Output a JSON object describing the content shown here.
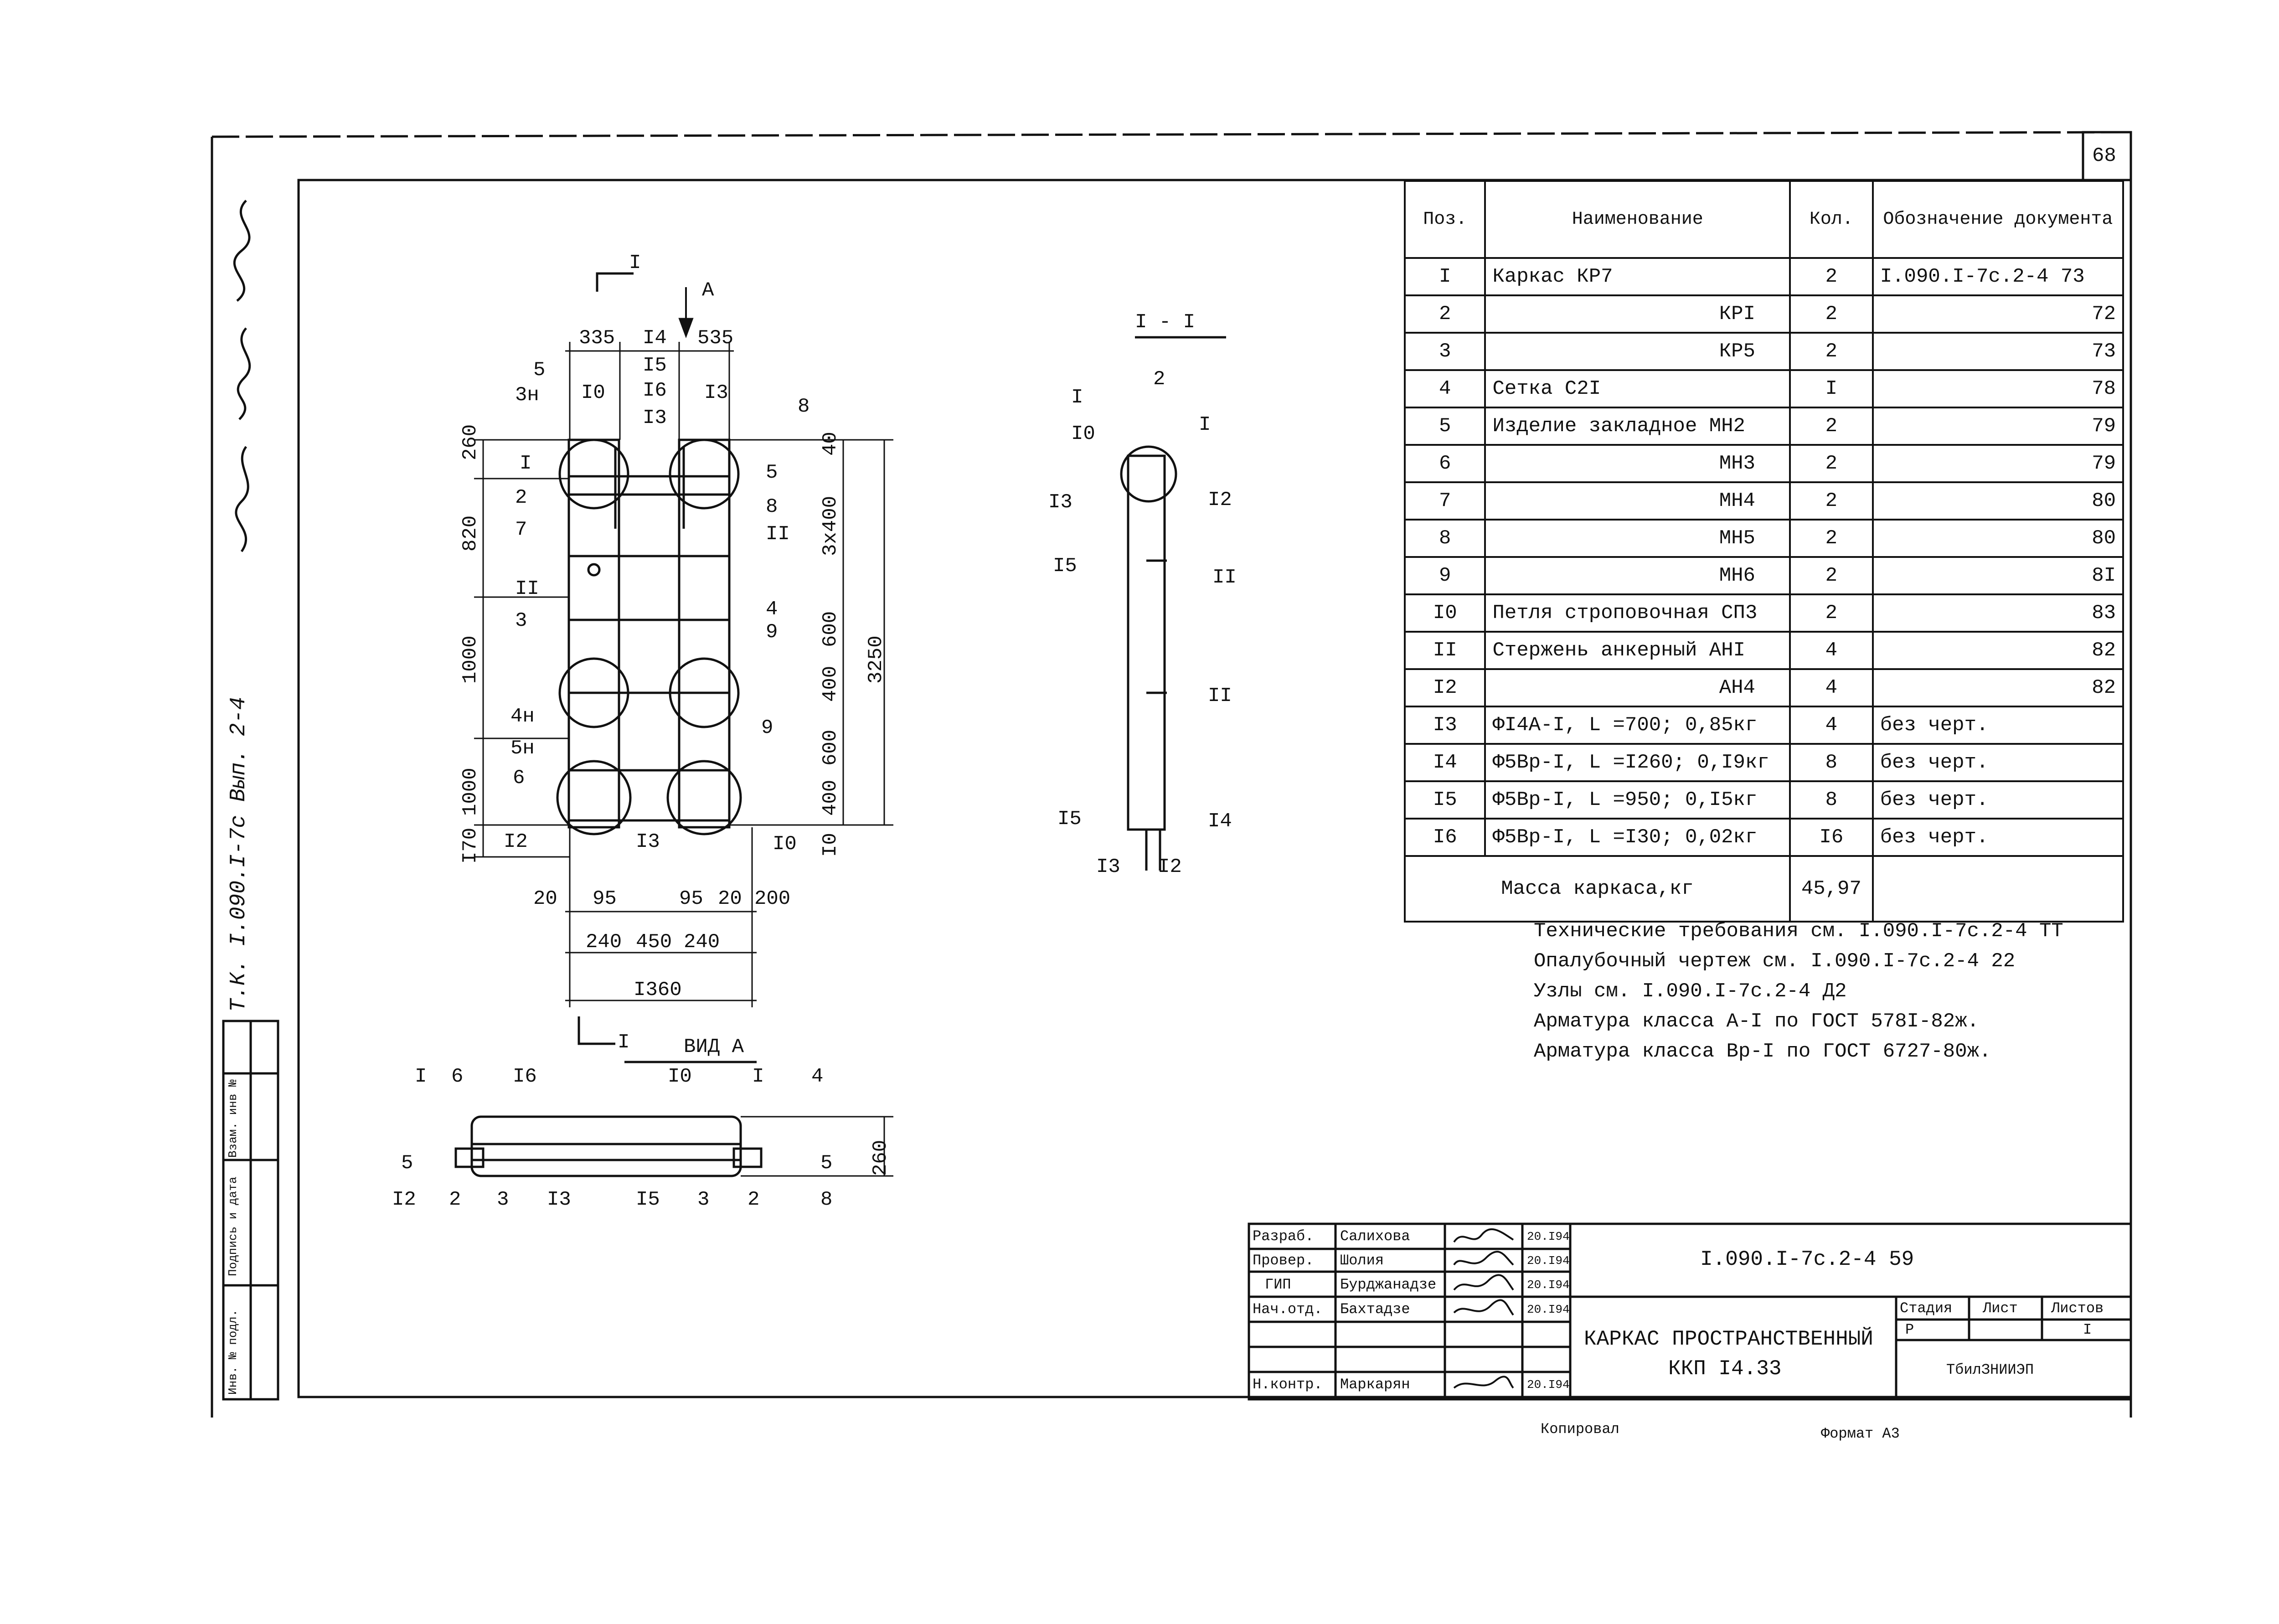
{
  "page_number": "68",
  "section_title": "I - I",
  "section_cut_label": "I",
  "view_arrow_label": "A",
  "view_label": "ВИД А",
  "main_dims": {
    "top_left": "335",
    "top_mid": "I4",
    "top_right": "535",
    "mid_stack": [
      "I5",
      "I6",
      "I3"
    ],
    "left_vert": [
      "260",
      "820",
      "1000",
      "1000",
      "I70"
    ],
    "right_vert": [
      "40",
      "3x400",
      "600",
      "400",
      "600",
      "400",
      "I0"
    ],
    "overall": "3250",
    "bottom_row1": [
      "20",
      "95",
      "95",
      "20",
      "200"
    ],
    "bottom_row2": [
      "240",
      "450",
      "240"
    ],
    "bottom_total": "I360"
  },
  "main_callouts_left": [
    "5",
    "3н",
    "I",
    "2",
    "7",
    "II",
    "3",
    "4н",
    "5н",
    "6",
    "I2"
  ],
  "main_callouts_top": [
    "I0",
    "I3"
  ],
  "main_callouts_right": [
    "8",
    "5",
    "8",
    "II",
    "4",
    "9",
    "9",
    "I0"
  ],
  "main_callouts_bottom": [
    "I3"
  ],
  "section_callouts": [
    "2",
    "I",
    "I",
    "I0",
    "I3",
    "I2",
    "I5",
    "II",
    "II",
    "I5",
    "I4",
    "I3",
    "I2"
  ],
  "view_callouts": [
    "I",
    "6",
    "I6",
    "I0",
    "I",
    "4",
    "5",
    "5",
    "I2",
    "2",
    "3",
    "I3",
    "I5",
    "3",
    "2",
    "8"
  ],
  "view_dim": "260",
  "spec_table": {
    "headers": {
      "pos": "Поз.",
      "name": "Наименование",
      "qty": "Кол.",
      "doc": "Обозначение документа"
    },
    "rows": [
      {
        "pos": "I",
        "name": "Каркас КР7",
        "qty": "2",
        "doc": "I.090.I-7c.2-4 73"
      },
      {
        "pos": "2",
        "name": "КРI",
        "qty": "2",
        "doc": "72"
      },
      {
        "pos": "3",
        "name": "КР5",
        "qty": "2",
        "doc": "73"
      },
      {
        "pos": "4",
        "name": "Сетка С2I",
        "qty": "I",
        "doc": "78"
      },
      {
        "pos": "5",
        "name": "Изделие закладное МН2",
        "qty": "2",
        "doc": "79"
      },
      {
        "pos": "6",
        "name": "МН3",
        "qty": "2",
        "doc": "79"
      },
      {
        "pos": "7",
        "name": "МН4",
        "qty": "2",
        "doc": "80"
      },
      {
        "pos": "8",
        "name": "МН5",
        "qty": "2",
        "doc": "80"
      },
      {
        "pos": "9",
        "name": "МН6",
        "qty": "2",
        "doc": "8I"
      },
      {
        "pos": "I0",
        "name": "Петля строповочная СП3",
        "qty": "2",
        "doc": "83"
      },
      {
        "pos": "II",
        "name": "Стержень анкерный АНI",
        "qty": "4",
        "doc": "82"
      },
      {
        "pos": "I2",
        "name": "АН4",
        "qty": "4",
        "doc": "82"
      },
      {
        "pos": "I3",
        "name": "ФI4А-I, L =700; 0,85кг",
        "qty": "4",
        "doc": "без черт."
      },
      {
        "pos": "I4",
        "name": "Ф5Вр-I, L =I260; 0,I9кг",
        "qty": "8",
        "doc": "без черт."
      },
      {
        "pos": "I5",
        "name": "Ф5Вр-I, L =950; 0,I5кг",
        "qty": "8",
        "doc": "без черт."
      },
      {
        "pos": "I6",
        "name": "Ф5Вр-I, L =I30; 0,02кг",
        "qty": "I6",
        "doc": "без черт."
      }
    ],
    "mass_label": "Масса каркаса,кг",
    "mass_value": "45,97"
  },
  "notes": [
    "Технические требования см. I.090.I-7c.2-4 ТТ",
    "Опалубочный чертеж см. I.090.I-7c.2-4 22",
    "Узлы см. I.090.I-7c.2-4 Д2",
    "Арматура класса А-I по ГОСТ 578I-82ж.",
    "Арматура класса Вр-I по ГОСТ 6727-80ж."
  ],
  "title_block": {
    "roles": [
      "Разраб.",
      "Провер.",
      "ГИП",
      "Нач.отд.",
      "",
      "",
      "Н.контр."
    ],
    "names": [
      "Салихова",
      "Шолия",
      "Бурджанадзе",
      "Бахтадзе",
      "",
      "",
      "Маркарян"
    ],
    "dates": [
      "20.I94",
      "20.I94",
      "20.I94",
      "20.I94",
      "",
      "",
      "20.I94"
    ],
    "doc_code": "I.090.I-7c.2-4 59",
    "title_line1": "КАРКАС ПРОСТРАНСТВЕННЫЙ",
    "title_line2": "ККП I4.33",
    "stage_header": "Стадия",
    "sheet_header": "Лист",
    "sheets_header": "Листов",
    "stage_value": "Р",
    "sheets_value": "I",
    "org": "ТбилЗНИИЭП",
    "copied": "Копировал",
    "format": "Формат А3"
  },
  "side_stamp": {
    "inv_orig": "Инв. № подл.",
    "sign_date": "Подпись и дата",
    "inv_dup": "Взам. инв №",
    "handwritten": "Т.К. I.090.I-7c Вып. 2-4"
  }
}
